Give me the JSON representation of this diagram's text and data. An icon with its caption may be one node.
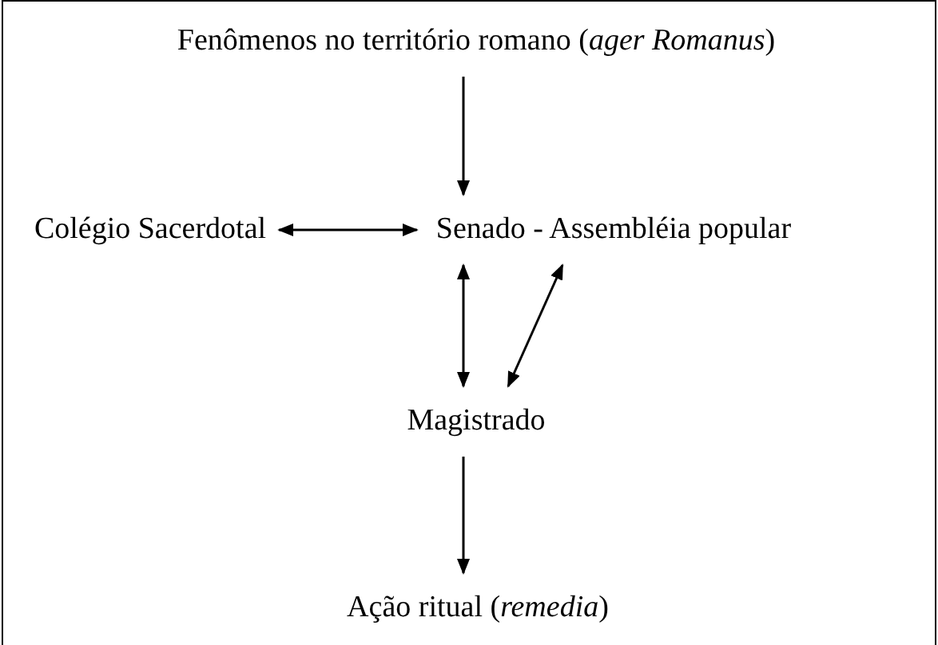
{
  "diagram": {
    "nodes": [
      {
        "text": [
          "Fenômenos no território romano (*ager Romanus*)"
        ]
      },
      {
        "text": [
          "Colégio Sacerdotal"
        ]
      },
      {
        "text": [
          "Senado - Assembléia popular"
        ]
      },
      {
        "text": [
          "Magistrado"
        ]
      },
      {
        "text": [
          "Ação ritual (*remedia*)"
        ]
      }
    ],
    "edges": [
      {
        "from": 0,
        "to": 2,
        "arrow": "to"
      },
      {
        "from": 1,
        "to": 2,
        "arrow": "both"
      },
      {
        "from": 2,
        "to": 3,
        "arrow": "both"
      },
      {
        "from": 2,
        "to": 3,
        "arrow": "both"
      },
      {
        "from": 3,
        "to": 4,
        "arrow": "to"
      }
    ]
  }
}
